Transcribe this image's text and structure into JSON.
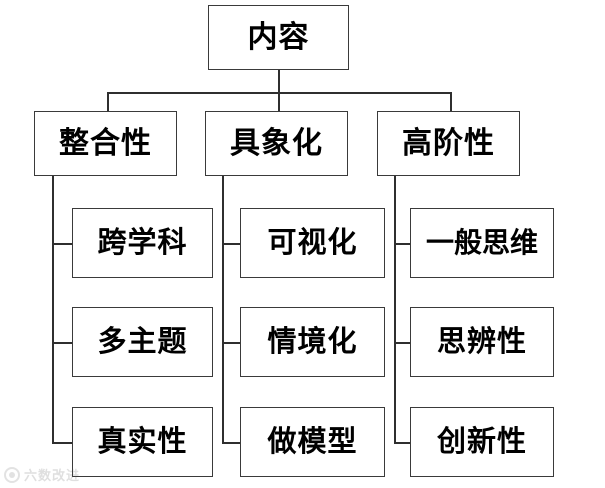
{
  "diagram": {
    "title": "内容",
    "root": {
      "label": "内容"
    },
    "branches": [
      {
        "label": "整合性",
        "children": [
          {
            "label": "跨学科"
          },
          {
            "label": "多主题"
          },
          {
            "label": "真实性"
          }
        ]
      },
      {
        "label": "具象化",
        "children": [
          {
            "label": "可视化"
          },
          {
            "label": "情境化"
          },
          {
            "label": "做模型"
          }
        ]
      },
      {
        "label": "高阶性",
        "children": [
          {
            "label": "一般思维"
          },
          {
            "label": "思辨性"
          },
          {
            "label": "创新性"
          }
        ]
      }
    ]
  },
  "watermark": {
    "text": "六数改进"
  },
  "colors": {
    "background": "#ffffff",
    "box_border": "#3a3a3a",
    "connector": "#2f2f2f",
    "text": "#000000"
  }
}
